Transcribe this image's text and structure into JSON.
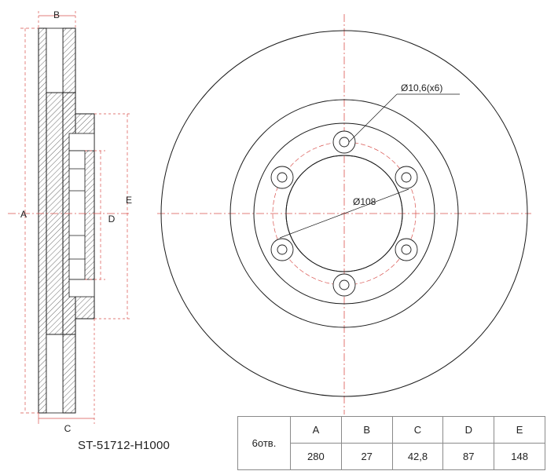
{
  "labels": {
    "b": "B",
    "c": "C",
    "a": "A",
    "d": "D",
    "e": "E",
    "hole": "Ø10,6(x6)",
    "pcd": "Ø108"
  },
  "part_number": "ST-51712-H1000",
  "specs": {
    "holes_label": "6отв.",
    "headers": [
      "A",
      "B",
      "C",
      "D",
      "E"
    ],
    "values": [
      "280",
      "27",
      "42,8",
      "87",
      "148"
    ]
  },
  "colors": {
    "line": "#1a1a1a",
    "centerline": "#d9534f",
    "hatch": "#444444"
  }
}
